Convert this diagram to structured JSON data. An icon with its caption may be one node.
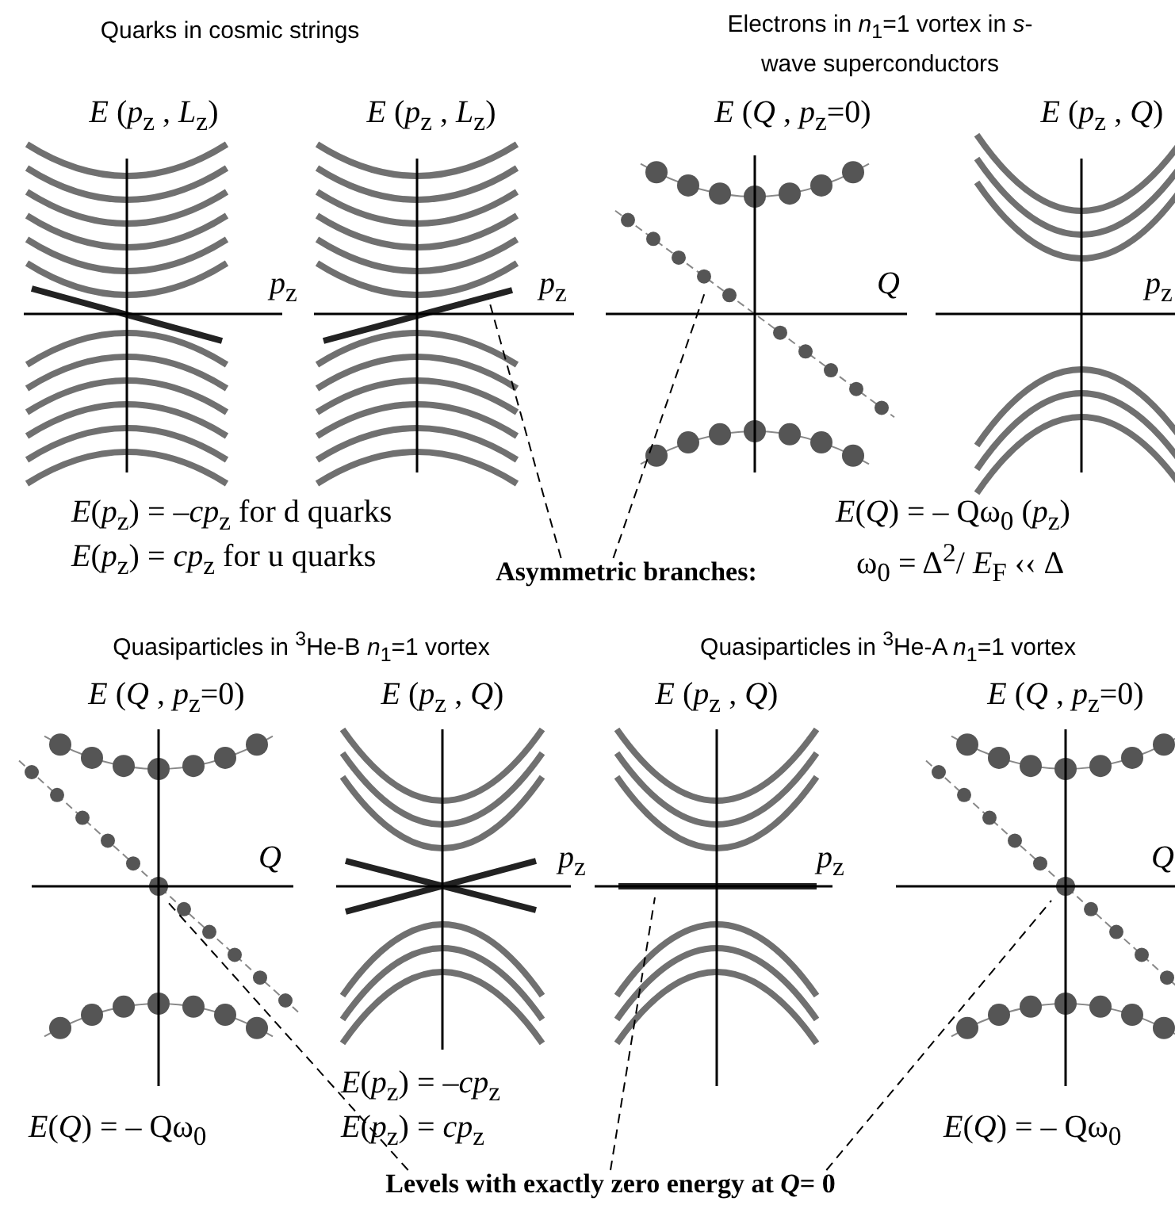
{
  "diagram": {
    "nodes": [
      {
        "text": [
          "Asymmetric branches:"
        ]
      },
      {
        "text": [
          "Levels with exactly zero energy at  *Q*= 0"
        ]
      }
    ],
    "edges": [
      {
        "from": 0,
        "to": null,
        "arrow": "none",
        "style": "dashed"
      },
      {
        "from": 0,
        "to": null,
        "arrow": "none",
        "style": "dashed"
      },
      {
        "from": 1,
        "to": null,
        "arrow": "none",
        "style": "dashed"
      },
      {
        "from": 1,
        "to": null,
        "arrow": "none",
        "style": "dashed"
      },
      {
        "from": 1,
        "to": null,
        "arrow": "none",
        "style": "dashed"
      }
    ],
    "labels": [
      "Quarks  in cosmic strings",
      "Electrons in *n*$_{1}$=1 vortex in *s*-wave superconductors",
      "*E* (*p*$_{z}$ , *L*$_{z}$)",
      "*E* (*p*$_{z}$ , *L*$_{z}$)",
      "*E* (*Q* , *p*$_{z}$=0)",
      "*E* (*p*$_{z}$ , *Q*)",
      "*p*$_{z}$",
      "*p*$_{z}$",
      "*Q*",
      "*p*$_{z}$",
      "*E*(*p*$_{z}$) = –*cp*$_{z}$ for d quarks",
      "*E*(*p*$_{z}$) =  *cp*$_{z}$  for u quarks",
      "*E*(*Q*)  =  – Qω$_{0}$ (*p*$_{z}$)",
      "ω$_{0}$ = Δ$^{2}$/ *E*$_{F}$  ‹‹ Δ",
      "Quasiparticles in $^{3}$He-B *n*$_{1}$=1 vortex",
      "Quasiparticles in $^{3}$He-A  *n*$_{1}$=1 vortex",
      "*E* (*Q* , *p*$_{z}$=0)",
      "*E* (*p*$_{z}$ , *Q*)",
      "*E* (*p*$_{z}$ , *Q*)",
      "*E* (*Q* , *p*$_{z}$=0)",
      "*Q*",
      "*p*$_{z}$",
      "*p*$_{z}$",
      "*Q*",
      "*E*(*Q*)  = – Qω$_{0}$",
      "*E*(*p*$_{z}$) = –*cp*$_{z}$",
      "*E*(*p*$_{z}$) =  *cp*$_{z}$",
      "*E*(*Q*)  = – Qω$_{0}$"
    ]
  }
}
